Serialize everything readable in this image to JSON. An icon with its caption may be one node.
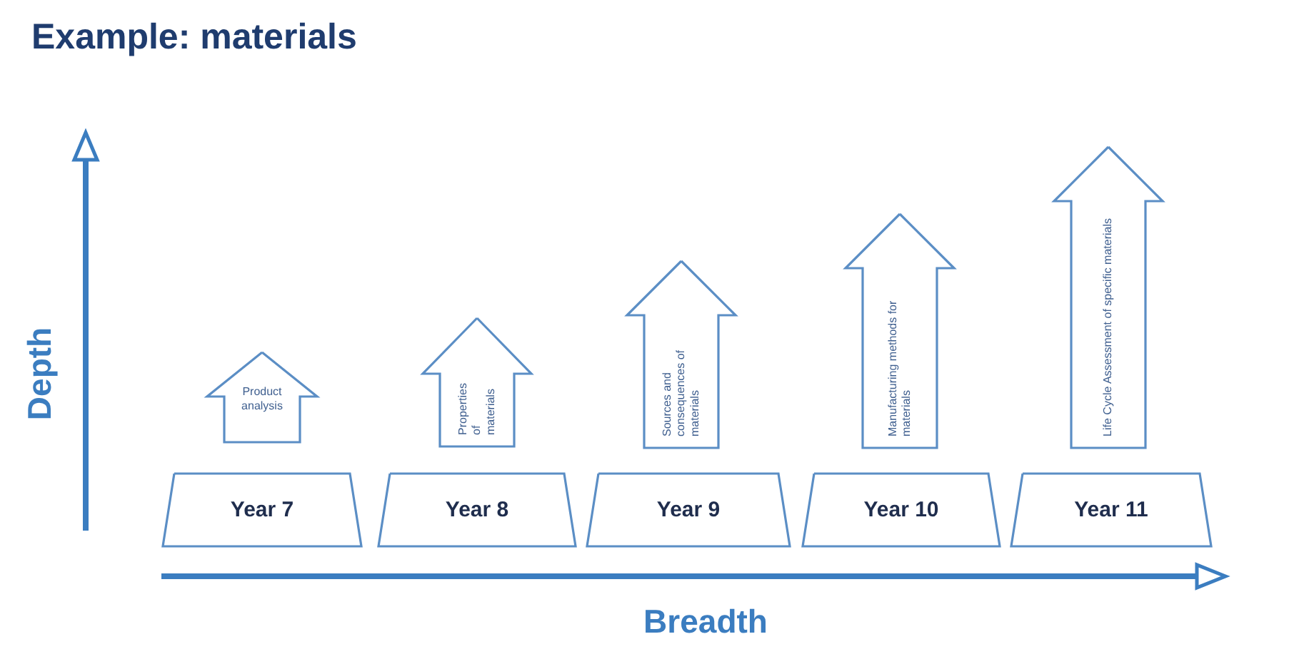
{
  "diagram": {
    "title": "Example: materials",
    "nodes": [
      {
        "text": [
          "Product analysis"
        ]
      },
      {
        "text": [
          "Properties of materials"
        ]
      },
      {
        "text": [
          "Sources and consequences of materials"
        ]
      },
      {
        "text": [
          "Manufacturing methods for materials"
        ]
      },
      {
        "text": [
          "Life Cycle Assessment of specific materials"
        ]
      },
      {
        "text": [
          "Year 7"
        ]
      },
      {
        "text": [
          "Year 8"
        ]
      },
      {
        "text": [
          "Year 9"
        ]
      },
      {
        "text": [
          "Year 10"
        ]
      },
      {
        "text": [
          "Year 11"
        ]
      }
    ],
    "labels": [
      "Depth",
      "Breadth"
    ]
  }
}
